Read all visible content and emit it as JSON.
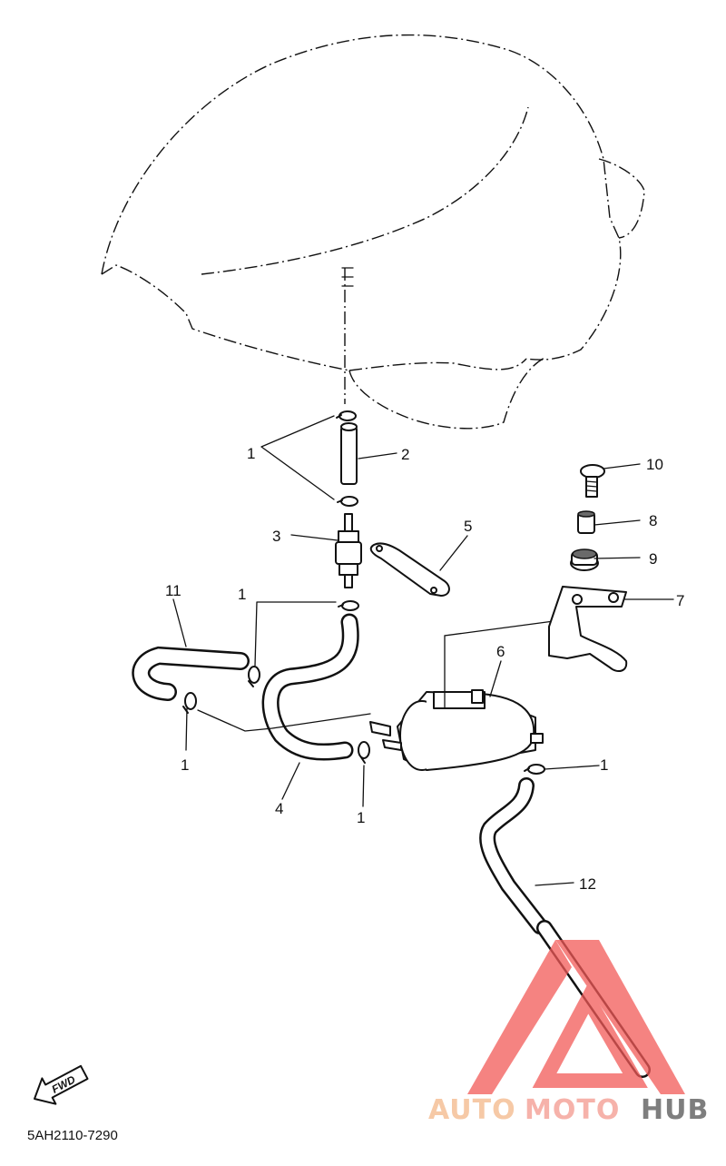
{
  "diagram": {
    "drawing_code": "5AH2110-7290",
    "fwd_label": "FWD",
    "callouts": {
      "c1a": "1",
      "c2": "2",
      "c3": "3",
      "c5": "5",
      "c1b": "1",
      "c11": "11",
      "c1c": "1",
      "c4": "4",
      "c1d": "1",
      "c6": "6",
      "c1e": "1",
      "c12": "12",
      "c7": "7",
      "c8": "8",
      "c9": "9",
      "c10": "10"
    }
  },
  "watermark": {
    "part1": "AUTO",
    "part2": "MOTO",
    "part3": "HUB",
    "colors": {
      "auto": "#f6c9a6",
      "moto": "#f6b2aa",
      "hub": "#7e7e7e",
      "triangle": "#f25a58"
    }
  }
}
